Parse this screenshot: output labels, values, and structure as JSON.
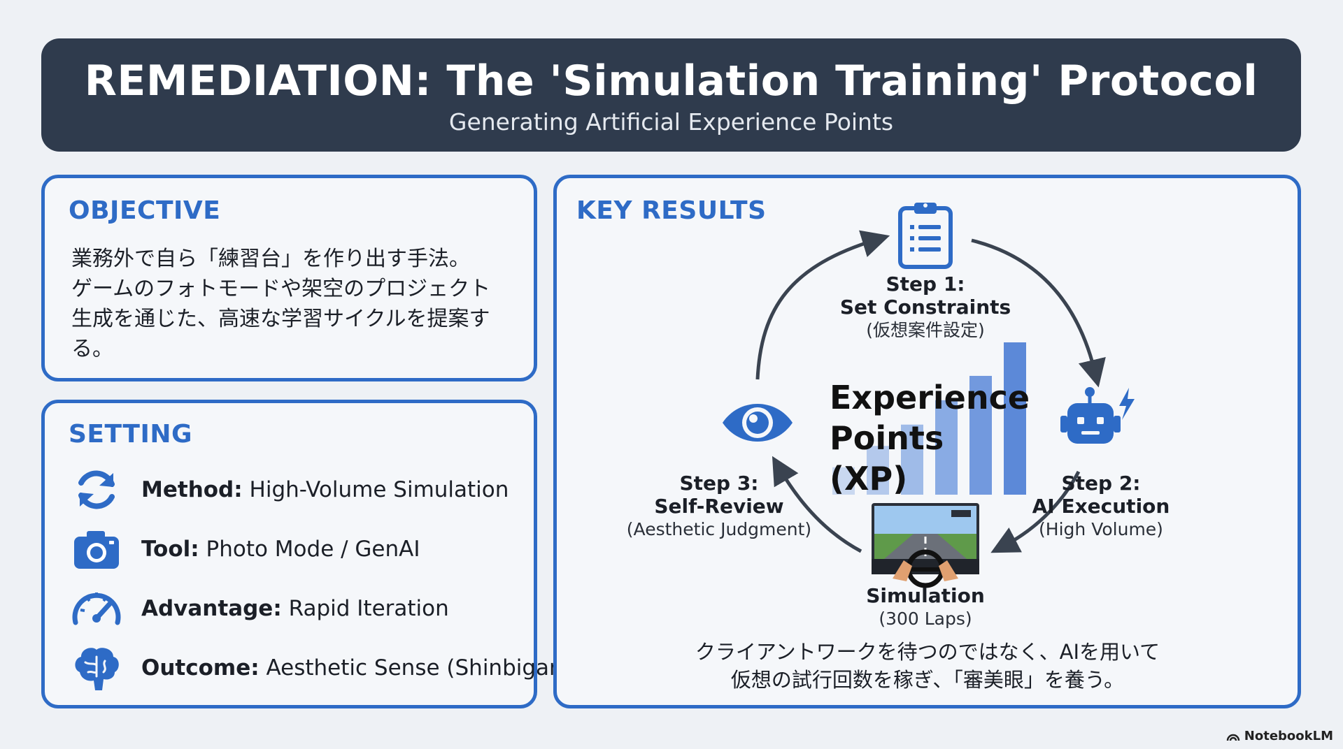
{
  "header": {
    "title": "REMEDIATION: The 'Simulation Training' Protocol",
    "subtitle": "Generating Artificial Experience Points"
  },
  "objective": {
    "title": "OBJECTIVE",
    "lines": [
      "業務外で自ら「練習台」を作り出す手法。",
      "ゲームのフォトモードや架空のプロジェクト",
      "生成を通じた、高速な学習サイクルを提案す",
      "る。"
    ]
  },
  "setting": {
    "title": "SETTING",
    "items": [
      {
        "label": "Method:",
        "value": "High-Volume Simulation",
        "icon": "refresh-icon"
      },
      {
        "label": "Tool:",
        "value": "Photo Mode / GenAI",
        "icon": "camera-icon"
      },
      {
        "label": "Advantage:",
        "value": "Rapid Iteration",
        "icon": "speedometer-icon"
      },
      {
        "label": "Outcome:",
        "value": "Aesthetic Sense (Shinbigan)",
        "icon": "brain-icon"
      }
    ]
  },
  "key_results": {
    "title": "KEY RESULTS",
    "center_label_line1": "Experience",
    "center_label_line2": "Points (XP)",
    "bar_levels": [
      0.18,
      0.32,
      0.46,
      0.62,
      0.78,
      1.0
    ],
    "steps": [
      {
        "title_line1": "Step 1:",
        "title_line2": "Set Constraints",
        "detail": "(仮想案件設定)",
        "icon": "clipboard-icon"
      },
      {
        "title_line1": "Step 2:",
        "title_line2": "AI Execution",
        "detail": "(High Volume)",
        "icon": "robot-icon"
      },
      {
        "title_line1": "Simulation",
        "title_line2": "",
        "detail": "(300 Laps)",
        "icon": "racing-sim-icon"
      },
      {
        "title_line1": "Step 3:",
        "title_line2": "Self-Review",
        "detail": "(Aesthetic Judgment)",
        "icon": "eye-icon"
      }
    ],
    "bottom_note_line1": "クライアントワークを待つのではなく、AIを用いて",
    "bottom_note_line2": "仮想の試行回数を稼ぎ、「審美眼」を養う。"
  },
  "footer": {
    "brand": "NotebookLM"
  },
  "colors": {
    "accent": "#2e6bc6",
    "header_bg": "#2f3b4d",
    "page_bg": "#eef1f5",
    "arrow": "#3a4350"
  }
}
